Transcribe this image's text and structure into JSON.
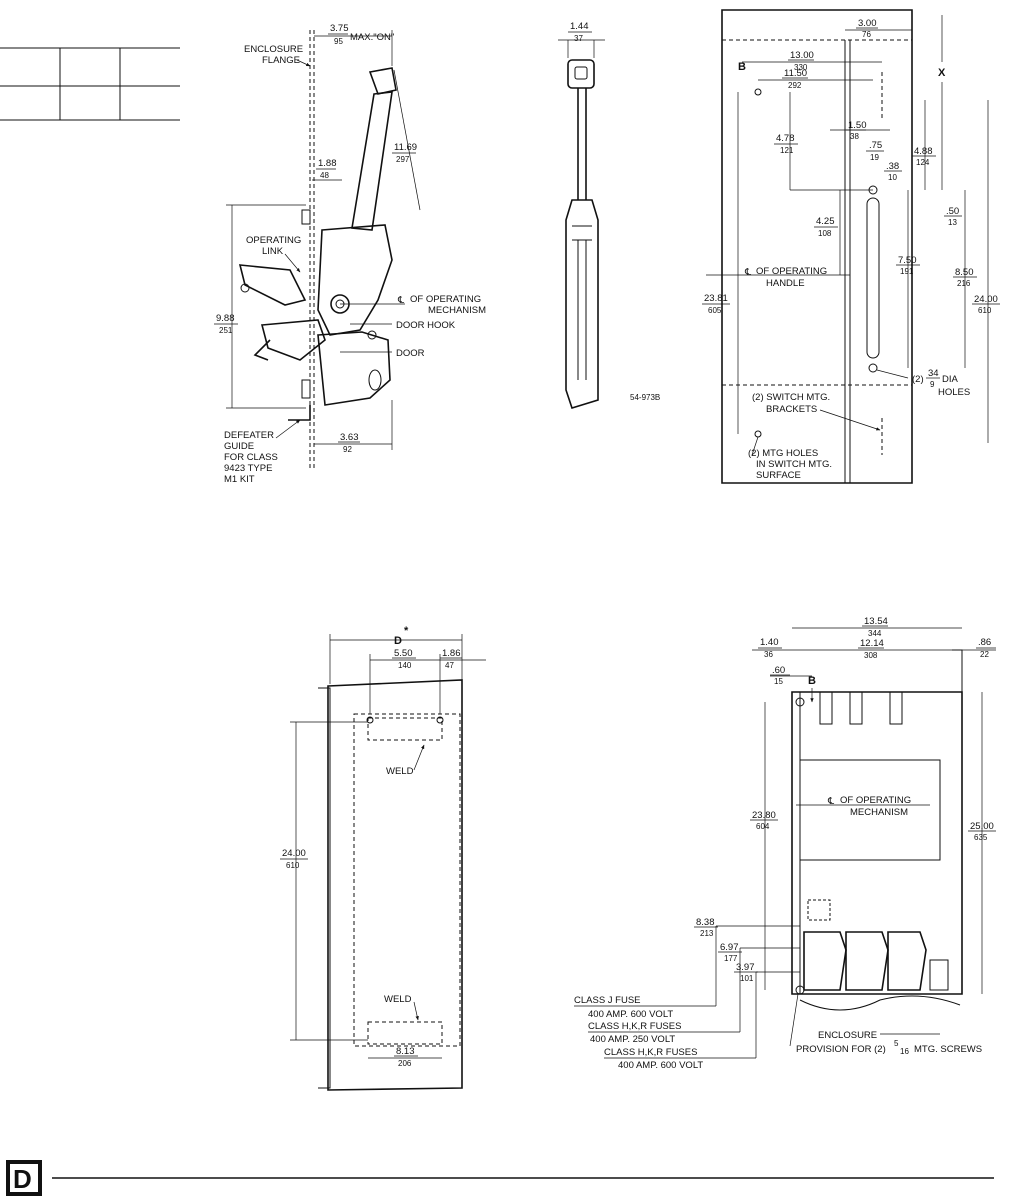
{
  "dimensions": {
    "flange_max_on": {
      "top": "3.75",
      "bottom": "95",
      "suffix": "MAX.\"ON\""
    },
    "d188": {
      "top": "1.88",
      "bottom": "48"
    },
    "d1169": {
      "top": "11.69",
      "bottom": "297"
    },
    "d988": {
      "top": "9.88",
      "bottom": "251"
    },
    "d363": {
      "top": "3.63",
      "bottom": "92"
    },
    "d144": {
      "top": "1.44",
      "bottom": "37"
    },
    "d300": {
      "top": "3.00",
      "bottom": "76"
    },
    "d1300": {
      "top": "13.00",
      "bottom": "330"
    },
    "d1150": {
      "top": "11.50",
      "bottom": "292"
    },
    "d478": {
      "top": "4.78",
      "bottom": "121"
    },
    "d150": {
      "top": "1.50",
      "bottom": "38"
    },
    "d075": {
      "top": ".75",
      "bottom": "19"
    },
    "d038": {
      "top": ".38",
      "bottom": "10"
    },
    "d488": {
      "top": "4.88",
      "bottom": "124"
    },
    "d050": {
      "top": ".50",
      "bottom": "13"
    },
    "d425": {
      "top": "4.25",
      "bottom": "108"
    },
    "d750": {
      "top": "7.50",
      "bottom": "191"
    },
    "d850": {
      "top": "8.50",
      "bottom": "216"
    },
    "d2381": {
      "top": "23.81",
      "bottom": "605"
    },
    "d2400r": {
      "top": "24.00",
      "bottom": "610"
    },
    "d550": {
      "top": "5.50",
      "bottom": "140"
    },
    "d186": {
      "top": "1.86",
      "bottom": "47"
    },
    "d2400b": {
      "top": "24.00",
      "bottom": "610"
    },
    "d813": {
      "top": "8.13",
      "bottom": "206"
    },
    "d1354": {
      "top": "13.54",
      "bottom": "344"
    },
    "d140": {
      "top": "1.40",
      "bottom": "36"
    },
    "d1214": {
      "top": "12.14",
      "bottom": "308"
    },
    "d086": {
      "top": ".86",
      "bottom": "22"
    },
    "d060": {
      "top": ".60",
      "bottom": "15"
    },
    "d2380": {
      "top": "23.80",
      "bottom": "604"
    },
    "d2500": {
      "top": "25.00",
      "bottom": "635"
    },
    "d838": {
      "top": "8.38",
      "bottom": "213"
    },
    "d697": {
      "top": "6.97",
      "bottom": "177"
    },
    "d397": {
      "top": "3.97",
      "bottom": "101"
    }
  },
  "labels": {
    "enclosure_flange_1": "ENCLOSURE",
    "enclosure_flange_2": "FLANGE",
    "operating_link_1": "OPERATING",
    "operating_link_2": "LINK",
    "of_operating_mechanism_1": "OF OPERATING",
    "of_operating_mechanism_2": "MECHANISM",
    "door_hook": "DOOR HOOK",
    "door": "DOOR",
    "defeater_1": "DEFEATER",
    "defeater_2": "GUIDE",
    "defeater_3": "FOR CLASS",
    "defeater_4": "9423 TYPE",
    "defeater_5": "M1 KIT",
    "part_number": "54-973B",
    "b_top": "B",
    "x_mark": "X",
    "of_operating_handle_1": "OF OPERATING",
    "of_operating_handle_2": "HANDLE",
    "dia_holes_prefix": "(2)",
    "dia_holes_top": "34",
    "dia_holes_bottom": "9",
    "dia_holes_suffix": "DIA",
    "holes": "HOLES",
    "switch_mtg_1": "(2) SWITCH MTG.",
    "switch_mtg_2": "BRACKETS",
    "mtg_holes_1": "(2) MTG HOLES",
    "mtg_holes_2": "IN SWITCH MTG.",
    "mtg_holes_3": "SURFACE",
    "d_star": "D",
    "star": "*",
    "weld_top": "WELD",
    "weld_bottom": "WELD",
    "b_bottom": "B",
    "of_operating_mech_b_1": "OF OPERATING",
    "of_operating_mech_b_2": "MECHANISM",
    "class_j": "CLASS J FUSE",
    "class_j_rating": "400 AMP. 600 VOLT",
    "class_hkr_250": "CLASS H,K,R FUSES",
    "class_hkr_250_rating": "400 AMP. 250 VOLT",
    "class_hkr_600": "CLASS H,K,R FUSES",
    "class_hkr_600_rating": "400 AMP. 600 VOLT",
    "enclosure_bottom": "ENCLOSURE",
    "provision_prefix": "PROVISION FOR (2)",
    "provision_top": "5",
    "provision_bottom": "16",
    "provision_suffix": "MTG. SCREWS",
    "logo_letter": "D"
  }
}
